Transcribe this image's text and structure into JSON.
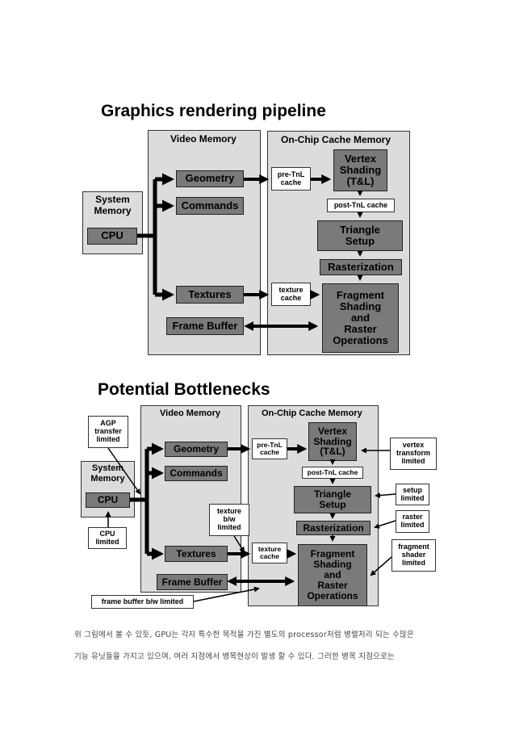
{
  "diagram1": {
    "title": "Graphics rendering pipeline",
    "video_memory": "Video Memory",
    "onchip": "On-Chip Cache Memory",
    "system_memory": "System\nMemory",
    "cpu": "CPU",
    "geometry": "Geometry",
    "commands": "Commands",
    "textures": "Textures",
    "frame_buffer": "Frame Buffer",
    "pre_tnl": "pre-TnL\ncache",
    "texture_cache": "texture\ncache",
    "vertex_shading": "Vertex\nShading\n(T&L)",
    "post_tnl": "post-TnL cache",
    "triangle_setup": "Triangle\nSetup",
    "rasterization": "Rasterization",
    "fragment": "Fragment\nShading\nand\nRaster\nOperations"
  },
  "diagram2": {
    "title": "Potential Bottlenecks",
    "video_memory": "Video Memory",
    "onchip": "On-Chip Cache Memory",
    "system_memory": "System\nMemory",
    "cpu": "CPU",
    "geometry": "Geometry",
    "commands": "Commands",
    "textures": "Textures",
    "frame_buffer": "Frame Buffer",
    "pre_tnl": "pre-TnL\ncache",
    "texture_cache": "texture\ncache",
    "vertex_shading": "Vertex\nShading\n(T&L)",
    "post_tnl": "post-TnL cache",
    "triangle_setup": "Triangle\nSetup",
    "rasterization": "Rasterization",
    "fragment": "Fragment\nShading\nand\nRaster\nOperations",
    "agp": "AGP\ntransfer\nlimited",
    "cpu_limited": "CPU\nlimited",
    "texture_bw": "texture\nb/w\nlimited",
    "fb_bw": "frame buffer b/w limited",
    "vertex_transform": "vertex\ntransform\nlimited",
    "setup_limited": "setup\nlimited",
    "raster_limited": "raster\nlimited",
    "fragment_limited": "fragment\nshader\nlimited"
  },
  "body_text": {
    "line1": "위 그림에서 볼 수 있듯, GPU는 각자 특수한 목적을 가진 별도의 processor처럼 병렬처리 되는 수많은",
    "line2": "기능 유닛들을 가지고 있으며, 여러 지점에서 병목현상이 발생 할 수 있다. 그러한 병목 지점으로는"
  }
}
